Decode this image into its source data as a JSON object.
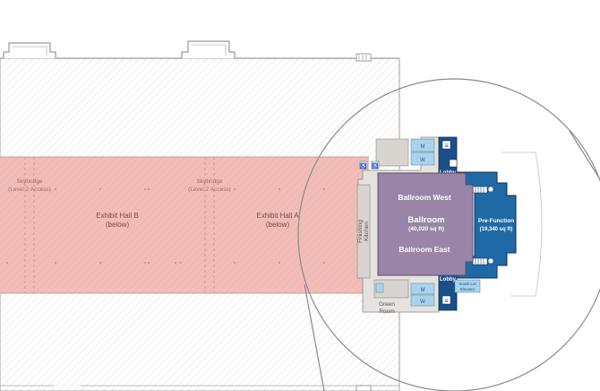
{
  "colors": {
    "exhibit_hall": "#f2bdb8",
    "ballroom": "#9a85a8",
    "prefunction": "#1f6aa6",
    "lobby": "#1a4f8a",
    "service": "#d8d4cf",
    "restroom": "#a9d3ec",
    "hatch": "#d9d9d9"
  },
  "labels": {
    "skybridge_b_line1": "Skybridge",
    "skybridge_b_line2": "(Level 2 Access)",
    "skybridge_a_line1": "Skybridge",
    "skybridge_a_line2": "(Level 2 Access)",
    "exhibit_b_line1": "Exhibit Hall B",
    "exhibit_b_line2": "(below)",
    "exhibit_a_line1": "Exhibit Hall A",
    "exhibit_a_line2": "(below)",
    "finishing_kitchen_line1": "Finishing",
    "finishing_kitchen_line2": "Kitchen",
    "ballroom_west": "Ballroom West",
    "ballroom_name": "Ballroom",
    "ballroom_area": "(40,020 sq ft)",
    "ballroom_east": "Ballroom East",
    "prefunction_name": "Pre-Function",
    "prefunction_area": "(19,340 sq ft)",
    "lobby_top": "Lobby",
    "lobby_bottom": "Lobby",
    "green_room_line1": "Green",
    "green_room_line2": "Room",
    "south_lot_line1": "South Lot",
    "south_lot_line2": "Elevator"
  },
  "icons": {
    "stairs": "stairs-icon",
    "elevator": "elevator-icon",
    "restroom": "restroom-icon",
    "accessible": "accessible-icon"
  }
}
